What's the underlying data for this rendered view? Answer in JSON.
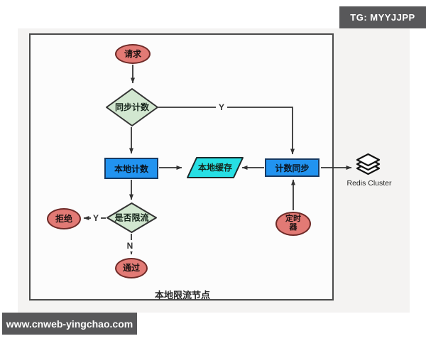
{
  "page": {
    "badge": "TG: MYYJJPP",
    "watermark": "www.cnweb-yingchao.com"
  },
  "diagram": {
    "container_label": "本地限流节点",
    "nodes": {
      "request": "请求",
      "sync_count_decision": "同步计数",
      "local_count": "本地计数",
      "local_cache": "本地缓存",
      "count_sync": "计数同步",
      "limit_decision": "是否限流",
      "reject": "拒绝",
      "pass": "通过",
      "timer_line1": "定时",
      "timer_line2": "器",
      "redis_label": "Redis Cluster"
    },
    "edge_labels": {
      "sync_yes": "Y",
      "limit_yes": "Y",
      "limit_no": "N"
    },
    "colors": {
      "terminal_fill": "#e27a75",
      "terminal_border": "#6e2b28",
      "decision_fill": "#d2e7d0",
      "decision_border": "#333333",
      "process_fill": "#2193f0",
      "process_border": "#173a63",
      "data_fill": "#27dfe4",
      "data_border": "#1d2a2b",
      "arrow": "#333333",
      "badge_background": "#58585a",
      "photo_background": "#f4f3f2"
    }
  }
}
